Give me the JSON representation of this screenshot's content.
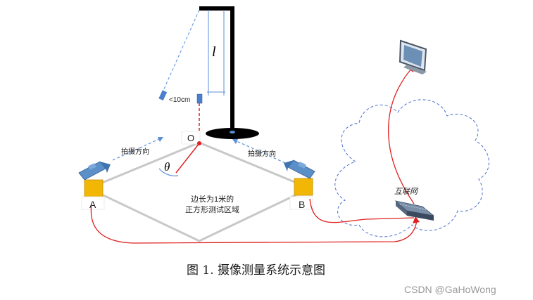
{
  "diagram": {
    "pendulum_length_label": "l",
    "distance_label": "<10cm",
    "origin_label": "O",
    "angle_label": "θ",
    "camera_a_label": "A",
    "camera_b_label": "B",
    "shoot_dir_left": "拍摄方向",
    "shoot_dir_right": "拍摄方向",
    "area_line1": "边长为1米的",
    "area_line2": "正方形测试区域",
    "network_label": "互联网",
    "caption": "图 1. 摄像测量系统示意图",
    "watermark": "CSDN @GaHoWong",
    "colors": {
      "stand": "#000000",
      "dashed_guide": "#5b8fd6",
      "cable": "#e02020",
      "square": "#c8c8c8",
      "camera_body": "#5a8fc8",
      "camera_base": "#f2b705"
    }
  }
}
